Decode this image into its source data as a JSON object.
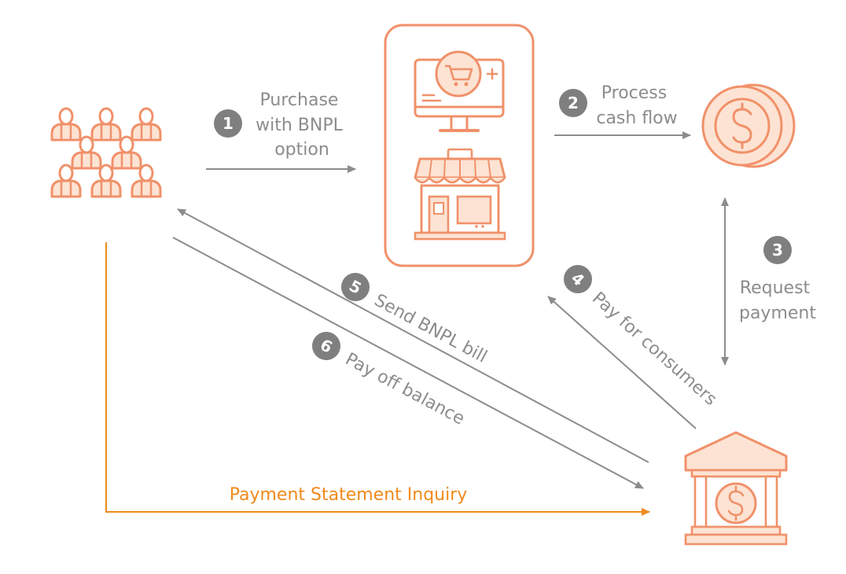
{
  "steps": [
    {
      "number": "1",
      "lines": [
        "Purchase",
        "with BNPL",
        "option"
      ]
    },
    {
      "number": "2",
      "lines": [
        "Process",
        "cash flow"
      ]
    },
    {
      "number": "3",
      "lines": [
        "Request",
        "payment"
      ]
    },
    {
      "number": "4",
      "text": "Pay for consumers"
    },
    {
      "number": "5",
      "text": "Send BNPL bill"
    },
    {
      "number": "6",
      "text": "Pay off balance"
    }
  ],
  "inquiry_label": "Payment Statement Inquiry",
  "icons": {
    "consumers": "consumers-group-icon",
    "merchant_online": "online-store-monitor-icon",
    "merchant_shop": "storefront-icon",
    "provider": "coin-dollar-icon",
    "bank": "bank-dollar-icon"
  },
  "colors": {
    "accent": "#f0916a",
    "accent_fill": "#fde3d3",
    "flow_arrow": "#8c8c8c",
    "inquiry": "#f08a1c",
    "badge": "#7f7f7f"
  }
}
